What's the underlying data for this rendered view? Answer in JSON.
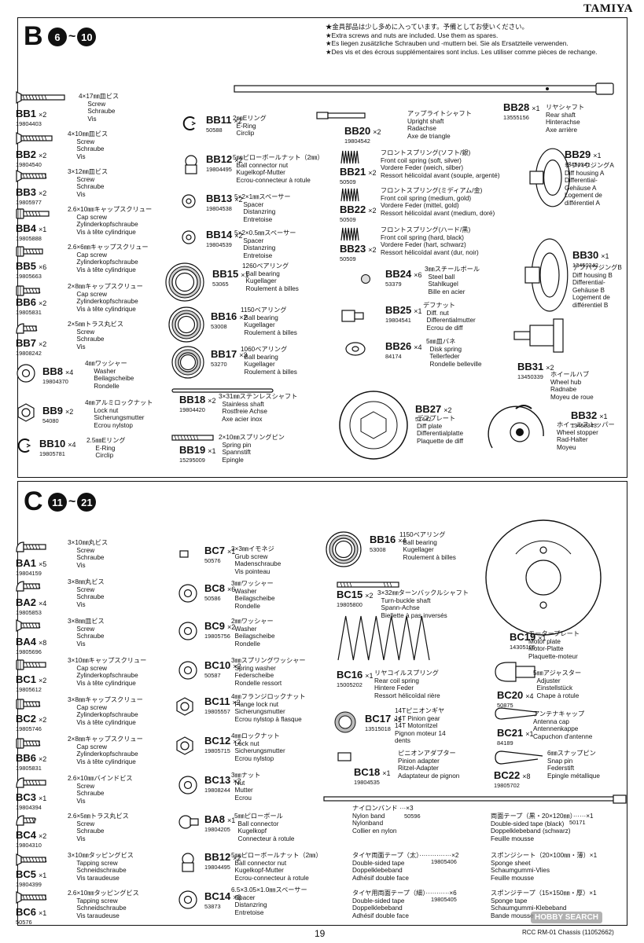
{
  "brand": "TAMIYA",
  "page_number": "19",
  "footer": "RCC RM-01 Chassis (11052662)",
  "watermark": "HOBBY SEARCH",
  "sectionB": {
    "letter": "B",
    "from": "6",
    "to": "10",
    "tilde": "~",
    "notes": [
      "★金具部品は少し多めに入っています。予備としてお使いください。",
      "★Extra screws and nuts are included. Use them as spares.",
      "★Es liegen zusätzliche Schrauben und -muttern bei. Sie als Ersatzteile verwenden.",
      "★Des vis et des écrous supplémentaires sont inclus. Les utiliser comme pièces de rechange."
    ],
    "parts": [
      {
        "code": "BB1",
        "qty": "×2",
        "pno": "19804403",
        "desc": "4×17㎜皿ビス\n     Screw\n     Schraube\n     Vis"
      },
      {
        "code": "BB2",
        "qty": "×2",
        "pno": "19804540",
        "desc": "4×10㎜皿ビス\n     Screw\n     Schraube\n     Vis"
      },
      {
        "code": "BB3",
        "qty": "×2",
        "pno": "19805977",
        "desc": "3×12㎜皿ビス\n     Screw\n     Schraube\n     Vis"
      },
      {
        "code": "BB4",
        "qty": "×1",
        "pno": "19805888",
        "desc": "2.6×10㎜キャップスクリュー\n     Cap screw\n     Zylinderkopfschraube\n     Vis à tête cylindrique"
      },
      {
        "code": "BB5",
        "qty": "×6",
        "pno": "19805663",
        "desc": "2.6×6㎜キャップスクリュー\n     Cap screw\n     Zylinderkopfschraube\n     Vis à tête cylindrique"
      },
      {
        "code": "BB6",
        "qty": "×2",
        "pno": "19805831",
        "desc": "2×8㎜キャップスクリュー\n     Cap screw\n     Zylinderkopfschraube\n     Vis à tête cylindrique"
      },
      {
        "code": "BB7",
        "qty": "×2",
        "pno": "19808242",
        "desc": "2×5㎜トラス丸ビス\n     Screw\n     Schraube\n     Vis"
      },
      {
        "code": "BB8",
        "qty": "×4",
        "pno": "19804370",
        "desc": "4㎜ワッシャー\n     Washer\n     Beilagscheibe\n     Rondelle"
      },
      {
        "code": "BB9",
        "qty": "×2",
        "pno": "54080",
        "desc": "4㎜アルミロックナット\n     Lock nut\n     Sicherungsmutter\n     Ecrou nylstop"
      },
      {
        "code": "BB10",
        "qty": "×4",
        "pno": "19805781",
        "desc": "2.5㎜Eリング\n     E-Ring\n     Circlip"
      },
      {
        "code": "BB11",
        "qty": "×2",
        "pno": "50588",
        "desc": "2㎜Eリング\n  E-Ring\n  Circlip"
      },
      {
        "code": "BB12",
        "qty": "×2",
        "pno": "19804495",
        "desc": "5㎜ピローボールナット（2㎜）\n  Ball connector nut\n  Kugelkopf-Mutter\n  Ecrou-connecteur à rotule"
      },
      {
        "code": "BB13",
        "qty": "×2",
        "pno": "19804538",
        "desc": "5×2×1㎜スペーサー\n     Spacer\n     Distanzring\n     Entretoise"
      },
      {
        "code": "BB14",
        "qty": "×2",
        "pno": "19804539",
        "desc": "5×2×0.5㎜スペーサー\n     Spacer\n     Distanzring\n     Entretoise"
      },
      {
        "code": "BB15",
        "qty": "×1",
        "pno": "53065",
        "desc": "1260ベアリング\n  Ball bearing\n  Kugellager\n  Roulement à billes"
      },
      {
        "code": "BB16",
        "qty": "×2",
        "pno": "53008",
        "desc": "1150ベアリング\n  Ball bearing\n  Kugellager\n  Roulement à billes"
      },
      {
        "code": "BB17",
        "qty": "×3",
        "pno": "53270",
        "desc": "1060ベアリング\n  Ball bearing\n  Kugellager\n  Roulement à billes"
      },
      {
        "code": "BB18",
        "qty": "×2",
        "pno": "19804420",
        "desc": "3×31㎜ステンレスシャフト\n  Stainless shaft\n  Rostfreie Achse\n  Axe acier inox"
      },
      {
        "code": "BB19",
        "qty": "×1",
        "pno": "15295009",
        "desc": "2×10㎜スプリングピン\n  Spring pin\n  Spannstift\n  Epingle"
      },
      {
        "code": "BB20",
        "qty": "×2",
        "pno": "19804542",
        "desc": "アップライトシャフト\nUpright shaft\nRadachse\nAxe de triangle"
      },
      {
        "code": "BB21",
        "qty": "×2",
        "pno": "50509",
        "desc": "フロントスプリング(ソフト/銀)\nFront coil spring (soft, silver)\nVordere Feder (weich, silber)\nRessort hélicoïdal avant (souple, argenté)"
      },
      {
        "code": "BB22",
        "qty": "×2",
        "pno": "50509",
        "desc": "フロントスプリング(ミディアム/金)\nFront coil spring (medium, gold)\nVordere Feder (mittel, gold)\nRessort hélicoïdal avant (medium, doré)"
      },
      {
        "code": "BB23",
        "qty": "×2",
        "pno": "50509",
        "desc": "フロントスプリング(ハード/黒)\nFront coil spring (hard, black)\nVordere Feder (hart, schwarz)\nRessort hélicoïdal avant (dur, noir)"
      },
      {
        "code": "BB24",
        "qty": "×6",
        "pno": "53379",
        "desc": "3㎜スチールボール\n  Steel ball\n  Stahlkugel\n  Bille en acier"
      },
      {
        "code": "BB25",
        "qty": "×1",
        "pno": "19804541",
        "desc": "デフナット\n  Diff. nut\n  Differentialmutter\n  Ecrou de diff"
      },
      {
        "code": "BB26",
        "qty": "×4",
        "pno": "84174",
        "desc": "5㎜皿バネ\n  Disk spring\n  Tellerfeder\n  Rondelle belleville"
      },
      {
        "code": "BB27",
        "qty": "×2",
        "pno": "51442",
        "desc": "デフプレート\nDiff plate\nDifferentialplatte\nPlaquette de diff"
      },
      {
        "code": "BB28",
        "qty": "×1",
        "pno": "13555156",
        "desc": "リヤシャフト\nRear shaft\nHinterachse\nAxe arrière"
      },
      {
        "code": "BB29",
        "qty": "×1",
        "pno": "13450341",
        "desc": "デフハウジングA\nDiff housing A\nDifferential-\nGehäuse A\nLogement de\ndifférentiel A"
      },
      {
        "code": "BB30",
        "qty": "×1",
        "pno": "13450342",
        "desc": "デフハウジングB\nDiff housing B\nDifferential-\nGehäuse B\nLogement de\ndifférentiel B"
      },
      {
        "code": "BB31",
        "qty": "×2",
        "pno": "13450339",
        "desc": "ホイールハブ\nWheel hub\nRadnabe\nMoyeu de roue"
      },
      {
        "code": "BB32",
        "qty": "×1",
        "pno": "13450343",
        "desc": "ホイールストッパー\nWheel stopper\nRad-Halter\nMoyeu"
      }
    ]
  },
  "sectionC": {
    "letter": "C",
    "from": "11",
    "to": "21",
    "tilde": "~",
    "parts": [
      {
        "code": "BA1",
        "qty": "×5",
        "pno": "19804159",
        "desc": "3×10㎜丸ビス\n     Screw\n     Schraube\n     Vis"
      },
      {
        "code": "BA2",
        "qty": "×4",
        "pno": "19805853",
        "desc": "3×8㎜丸ビス\n     Screw\n     Schraube\n     Vis"
      },
      {
        "code": "BA4",
        "qty": "×8",
        "pno": "19805696",
        "desc": "3×8㎜皿ビス\n     Screw\n     Schraube\n     Vis"
      },
      {
        "code": "BC1",
        "qty": "×2",
        "pno": "19805612",
        "desc": "3×10㎜キャップスクリュー\n     Cap screw\n     Zylinderkopfschraube\n     Vis à tête cylindrique"
      },
      {
        "code": "BC2",
        "qty": "×2",
        "pno": "19805746",
        "desc": "3×8㎜キャップスクリュー\n     Cap screw\n     Zylinderkopfschraube\n     Vis à tête cylindrique"
      },
      {
        "code": "BB6",
        "qty": "×2",
        "pno": "19805831",
        "desc": "2×8㎜キャップスクリュー\n     Cap screw\n     Zylinderkopfschraube\n     Vis à tête cylindrique"
      },
      {
        "code": "BC3",
        "qty": "×1",
        "pno": "19804394",
        "desc": "2.6×10㎜バインドビス\n     Screw\n     Schraube\n     Vis"
      },
      {
        "code": "BC4",
        "qty": "×2",
        "pno": "19804310",
        "desc": "2.6×5㎜トラス丸ビス\n     Screw\n     Schraube\n     Vis"
      },
      {
        "code": "BC5",
        "qty": "×1",
        "pno": "19804399",
        "desc": "3×10㎜タッピングビス\n     Tapping screw\n     Schneidschraube\n     Vis taraudeuse"
      },
      {
        "code": "BC6",
        "qty": "×1",
        "pno": "50576",
        "desc": "2.6×10㎜タッピングビス\n     Tapping screw\n     Schneidschraube\n     Vis taraudeuse"
      },
      {
        "code": "BC7",
        "qty": "×1",
        "pno": "50576",
        "desc": "3×3㎜イモネジ\n  Grub screw\n  Madenschraube\n  Vis pointeau"
      },
      {
        "code": "BC8",
        "qty": "×6",
        "pno": "50586",
        "desc": "3㎜ワッシャー\n  Washer\n  Beilagscheibe\n  Rondelle"
      },
      {
        "code": "BC9",
        "qty": "×2",
        "pno": "19805756",
        "desc": "2㎜ワッシャー\n  Washer\n  Beilagscheibe\n  Rondelle"
      },
      {
        "code": "BC10",
        "qty": "×2",
        "pno": "50587",
        "desc": "3㎜スプリングワッシャー\n  Spring washer\n  Federscheibe\n  Rondelle ressort"
      },
      {
        "code": "BC11",
        "qty": "×2",
        "pno": "19805557",
        "desc": "4㎜フランジロックナット\n  Flange lock nut\n  Sicherungsmutter\n  Ecrou nylstop à flasque"
      },
      {
        "code": "BC12",
        "qty": "×2",
        "pno": "19805715",
        "desc": "4㎜ロックナット\n  Lock nut\n  Sicherungsmutter\n  Ecrou nylstop"
      },
      {
        "code": "BC13",
        "qty": "×2",
        "pno": "19808244",
        "desc": "3㎜ナット\n  Nut\n  Mutter\n  Ecrou"
      },
      {
        "code": "BA8",
        "qty": "×1",
        "pno": "19804205",
        "desc": "5㎜ピローボール\n  Ball connector\n  Kugelkopf\n  Connecteur à rotule"
      },
      {
        "code": "BB12",
        "qty": "×2",
        "pno": "19804495",
        "desc": "5㎜ピローボールナット（2㎜）\n  Ball connector nut\n  Kugelkopf-Mutter\n  Ecrou-connecteur à rotule"
      },
      {
        "code": "BC14",
        "qty": "×8",
        "pno": "53873",
        "desc": "6.5×3.05×1.0㎜スペーサー\n  Spacer\n  Distanzring\n  Entretoise"
      },
      {
        "code": "BB16",
        "qty": "×4",
        "pno": "53008",
        "desc": "1150ベアリング\n  Ball bearing\n  Kugellager\n  Roulement à billes"
      },
      {
        "code": "BC15",
        "qty": "×2",
        "pno": "19805800",
        "desc": "3×32㎜ターンバックルシャフト\n  Turn-buckle shaft\n  Spann-Achse\n  Biellette à pas inversés"
      },
      {
        "code": "BC16",
        "qty": "×1",
        "pno": "15005202",
        "desc": "リヤコイルスプリング\nRear coil spring\nHintere Feder\nRessort hélicoïdal rière"
      },
      {
        "code": "BC17",
        "qty": "×1",
        "pno": "13515018",
        "desc": "14Tピニオンギヤ\n14T Pinion gear\n14T Motorritzel\nPignon moteur 14\ndents"
      },
      {
        "code": "BC18",
        "qty": "×1",
        "pno": "19804535",
        "desc": "ピニオンアダプター\nPinion adapter\nRitzel-Adapter\nAdaptateur de pignon"
      },
      {
        "code": "BC19",
        "qty": "×1",
        "pno": "14305125",
        "desc": "モータープレート\nMotor plate\nMotor-Platte\nPlaquette-moteur"
      },
      {
        "code": "BC20",
        "qty": "×4",
        "pno": "50875",
        "desc": "5㎜アジャスター\n  Adjuster\n  Einstellstück\n  Chape à rotule"
      },
      {
        "code": "BC21",
        "qty": "×1",
        "pno": "84189",
        "desc": "アンテナキャップ\nAntenna cap\nAntennenkappe\nCapuchon d'antenne"
      },
      {
        "code": "BC22",
        "qty": "×8",
        "pno": "19805702",
        "desc": "6㎜スナップピン\nSnap pin\nFederstift\nEpingle métallique"
      }
    ],
    "tapes": [
      {
        "desc": "ナイロンバンド ···×3\nNylon band\nNylonband\nCollier en nylon",
        "pno": "50596"
      },
      {
        "desc": "タイヤ両面テープ（太）···············×2\nDouble-sided tape\nDoppelklebeband\nAdhésif double face",
        "pno": "19805406"
      },
      {
        "desc": "タイヤ用両面テープ（細）···········×6\nDouble-sided tape\nDoppelklebeband\nAdhésif double face",
        "pno": "19805405"
      },
      {
        "desc": "両面テープ（黒・20×120㎜）······×1\nDouble-sided tape (black)\nDoppelklebeband (schwarz)\nFeuille mousse",
        "pno": "50171"
      },
      {
        "desc": "スポンジシート（20×100㎜・薄）×1\nSponge sheet\nSchaumgummi-Vlies\nFeuille mousse",
        "pno": ""
      },
      {
        "desc": "スポンジテープ（15×150㎜・厚）×1\nSponge tape\nSchaumgummi-Klebeband\nBande mousse",
        "pno": ""
      }
    ]
  }
}
